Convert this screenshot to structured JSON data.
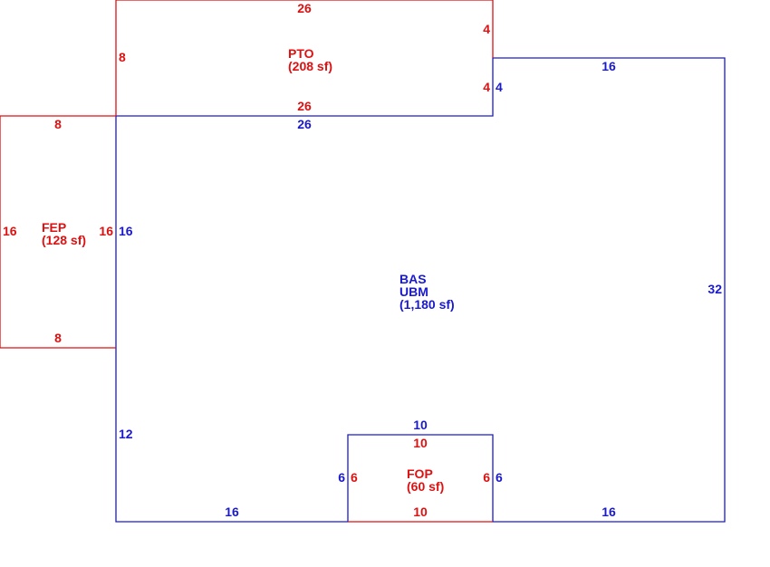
{
  "colors": {
    "main": "#1a1acc",
    "addition": "#dd1111"
  },
  "areas": {
    "bas": {
      "code": "BAS",
      "code2": "UBM",
      "area": "(1,180 sf)"
    },
    "pto": {
      "code": "PTO",
      "area": "(208 sf)"
    },
    "fep": {
      "code": "FEP",
      "area": "(128 sf)"
    },
    "fop": {
      "code": "FOP",
      "area": "(60 sf)"
    }
  },
  "dims": {
    "bas_top": "26",
    "bas_step": "4",
    "bas_top_right": "16",
    "bas_right": "32",
    "bas_bottom_right": "16",
    "bas_bottom_left": "16",
    "bas_left_upper": "16",
    "bas_left_lower": "12",
    "bas_notch_top": "10",
    "bas_notch_left": "6",
    "bas_notch_right": "6",
    "pto_top": "26",
    "pto_bottom": "26",
    "pto_left": "8",
    "pto_right_upper": "4",
    "pto_right_lower": "4",
    "fep_top": "8",
    "fep_bottom": "8",
    "fep_left": "16",
    "fep_right": "16",
    "fop_top": "10",
    "fop_bottom": "10",
    "fop_left": "6",
    "fop_right": "6"
  }
}
